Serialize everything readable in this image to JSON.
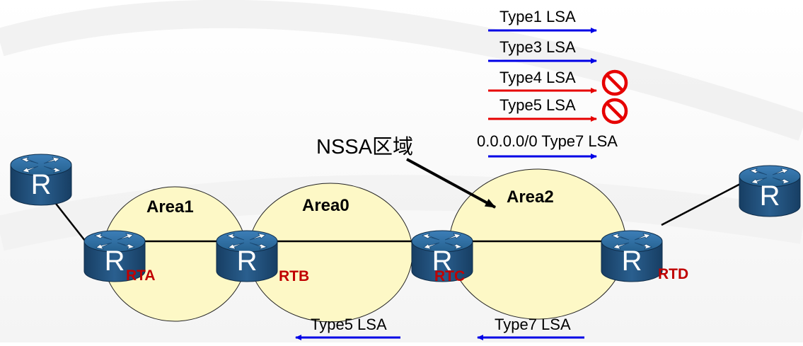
{
  "diagram": {
    "nssa_label": "NSSA区域",
    "areas": [
      {
        "id": "area1",
        "label": "Area1"
      },
      {
        "id": "area0",
        "label": "Area0"
      },
      {
        "id": "area2",
        "label": "Area2"
      }
    ],
    "routers": [
      {
        "id": "rta",
        "label": "RTA",
        "icon_letter": "R"
      },
      {
        "id": "rtb",
        "label": "RTB",
        "icon_letter": "R"
      },
      {
        "id": "rtc",
        "label": "RTC",
        "icon_letter": "R"
      },
      {
        "id": "rtd",
        "label": "RTD",
        "icon_letter": "R"
      },
      {
        "id": "ext-left",
        "label": "",
        "icon_letter": "R"
      },
      {
        "id": "ext-right",
        "label": "",
        "icon_letter": "R"
      }
    ],
    "lsa_legend": [
      {
        "label": "Type1 LSA",
        "color": "#0000e6",
        "blocked": false
      },
      {
        "label": "Type3 LSA",
        "color": "#0000e6",
        "blocked": false
      },
      {
        "label": "Type4 LSA",
        "color": "#e60000",
        "blocked": true
      },
      {
        "label": "Type5 LSA",
        "color": "#e60000",
        "blocked": true
      },
      {
        "label": "0.0.0.0/0 Type7 LSA",
        "color": "#0000e6",
        "blocked": false
      }
    ],
    "bottom_flows": [
      {
        "label": "Type5 LSA",
        "color": "#0000e6"
      },
      {
        "label": "Type7 LSA",
        "color": "#0000e6"
      }
    ],
    "colors": {
      "area_fill": "#fdf8c6",
      "router_body": "#1f4f7a",
      "router_top": "#2d6a9e",
      "router_label": "#c00000",
      "blocked_icon": "#e60000"
    }
  }
}
